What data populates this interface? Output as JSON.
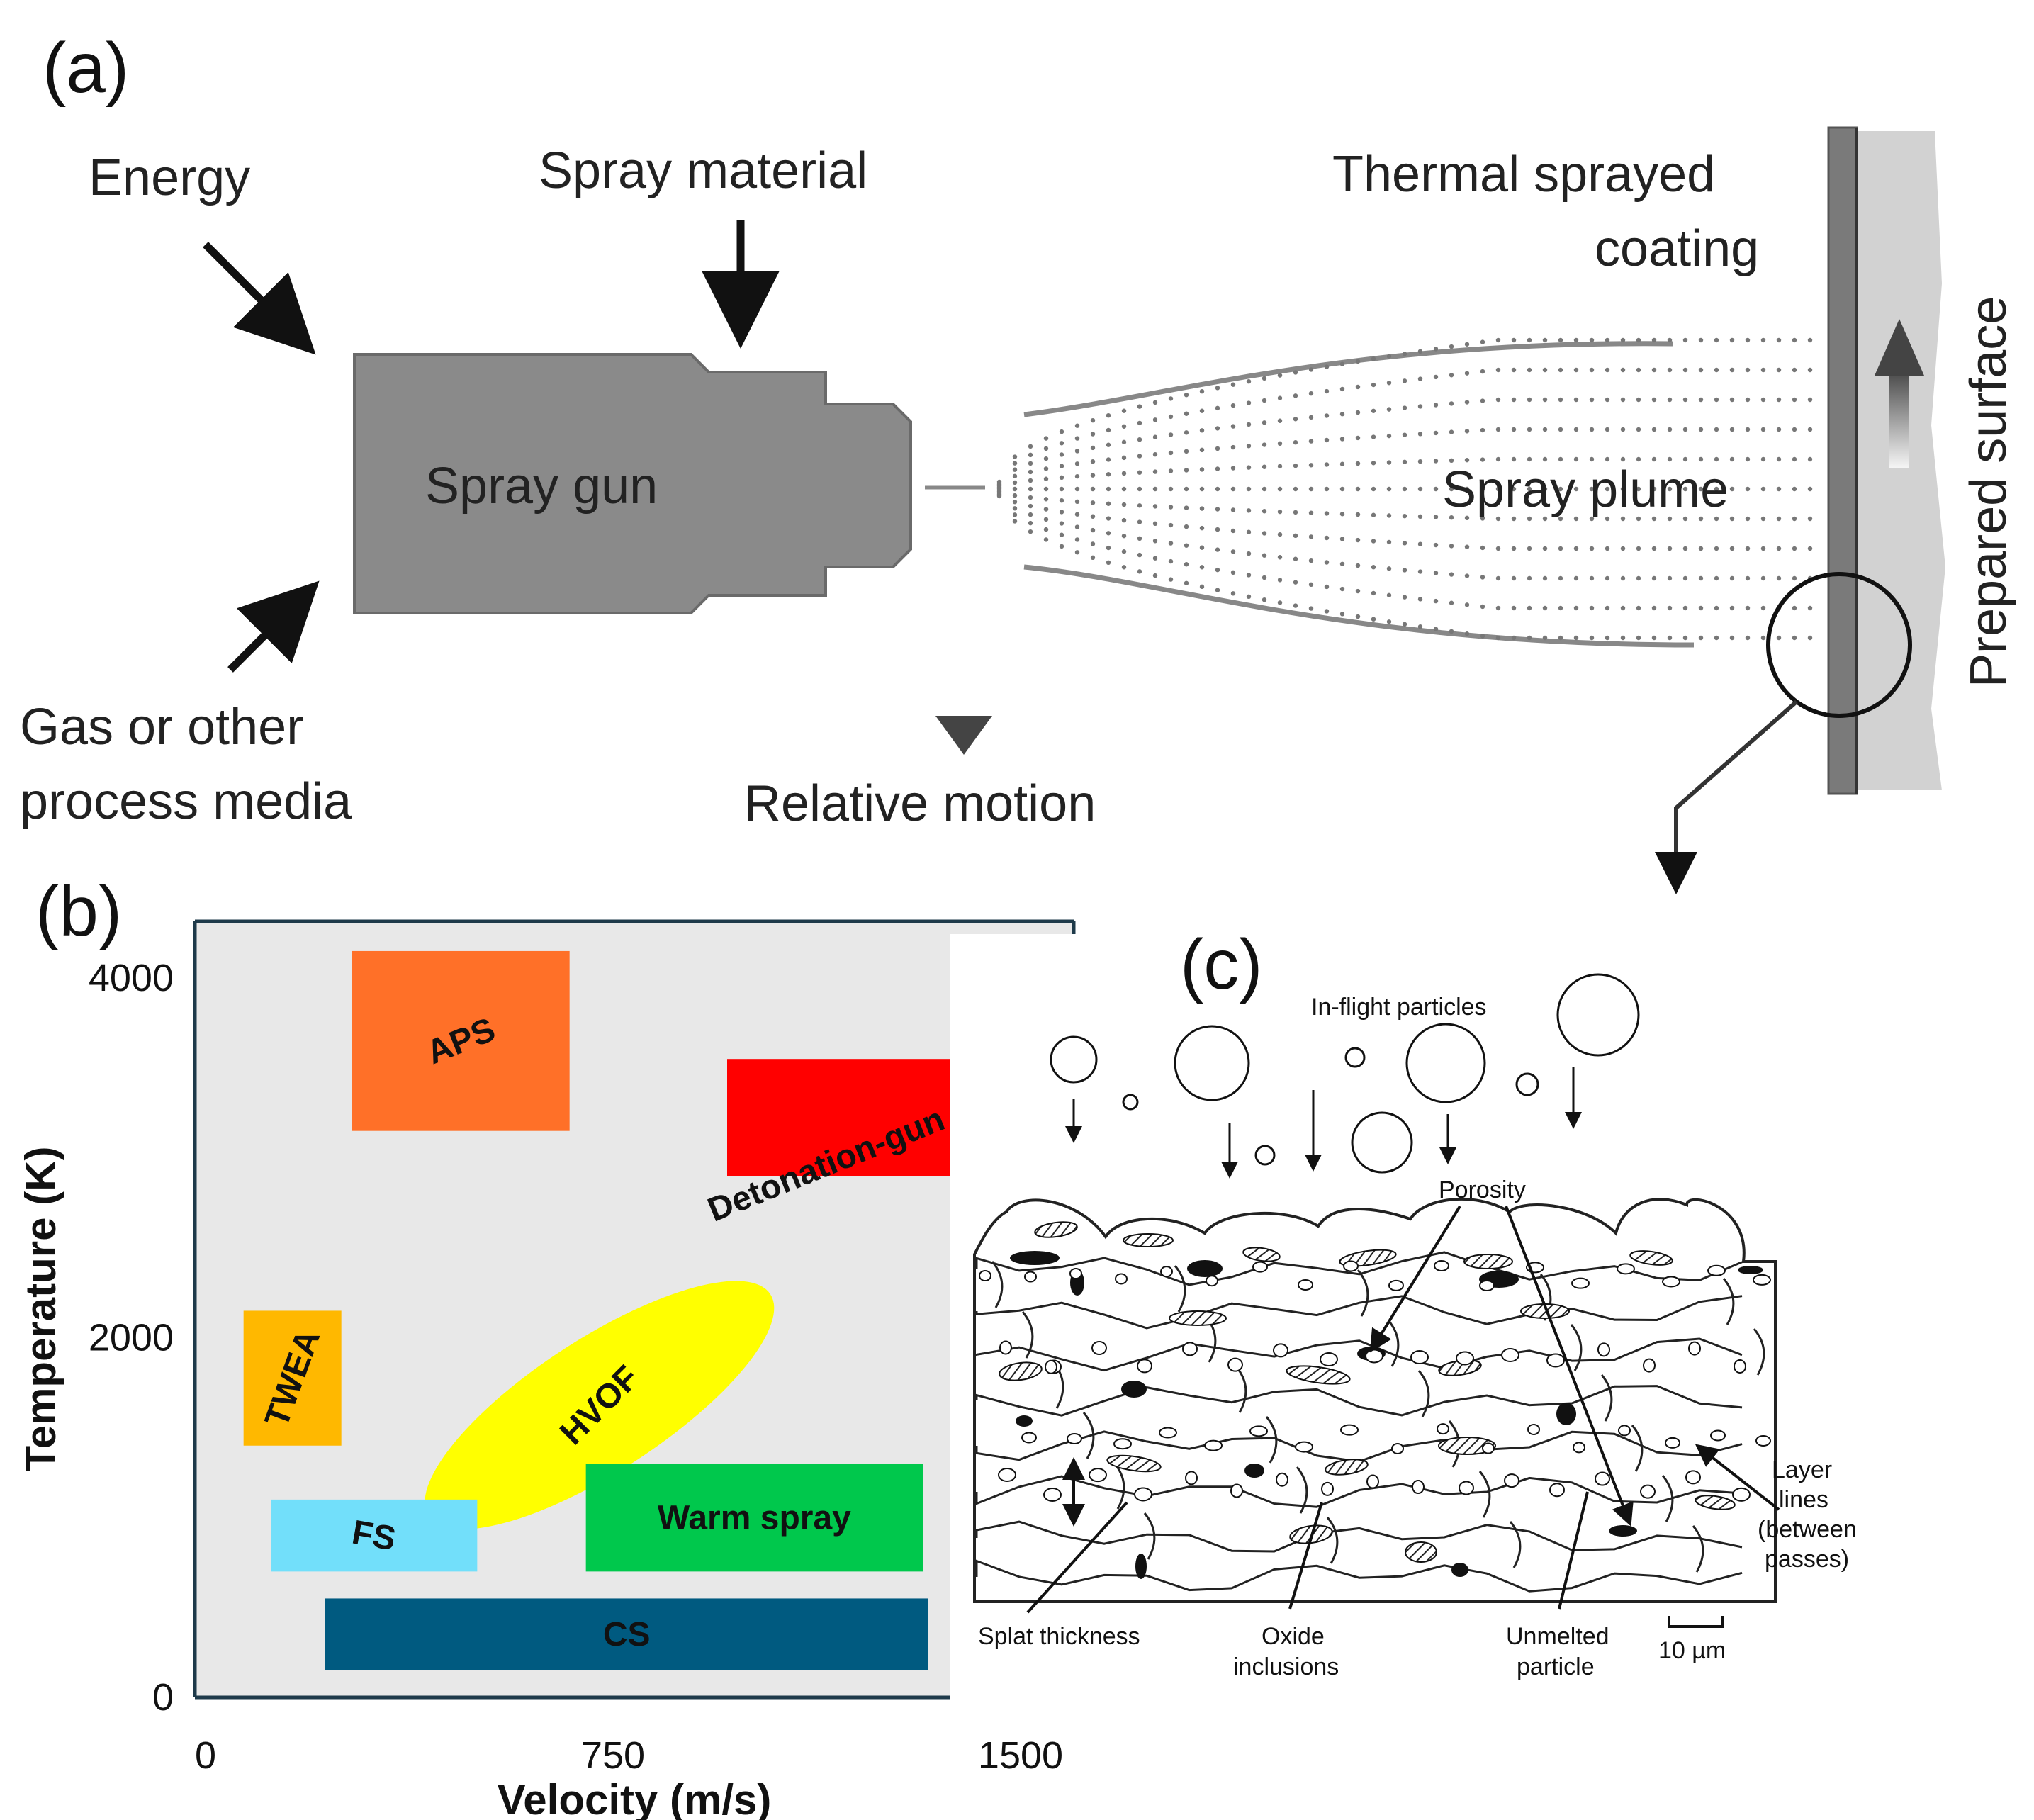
{
  "panel_labels": {
    "a": "(a)",
    "b": "(b)",
    "c": "(c)"
  },
  "panel_a": {
    "energy": "Energy",
    "spray_material": "Spray material",
    "coating_line1": "Thermal sprayed",
    "coating_line2": "coating",
    "spray_gun": "Spray gun",
    "spray_plume": "Spray plume",
    "prepared_surface": "Prepared surface",
    "gas_line1": "Gas or other",
    "gas_line2": "process media",
    "relative_motion": "Relative motion"
  },
  "chart_data": {
    "type": "region",
    "xlabel": "Velocity (m/s)",
    "ylabel": "Temperature (K)",
    "xlim": [
      0,
      1500
    ],
    "ylim": [
      0,
      4000
    ],
    "xticks": [
      "0",
      "750",
      "1500"
    ],
    "yticks": [
      "0",
      "2000",
      "4000"
    ],
    "regions": [
      {
        "label": "APS",
        "shape": "rect",
        "x": [
          270,
          670
        ],
        "y": [
          3150,
          4150
        ],
        "color": "#ff7028"
      },
      {
        "label": "Detonation-gun",
        "shape": "rect",
        "x": [
          960,
          1500
        ],
        "y": [
          2900,
          3550
        ],
        "color": "#ff0000"
      },
      {
        "label": "TWEA",
        "shape": "rect",
        "x": [
          70,
          250
        ],
        "y": [
          1400,
          2150
        ],
        "color": "#ffb800"
      },
      {
        "label": "HVOF",
        "shape": "ellipse",
        "x": [
          350,
          1100
        ],
        "y": [
          850,
          2400
        ],
        "color": "#ffff00"
      },
      {
        "label": "FS",
        "shape": "rect",
        "x": [
          120,
          500
        ],
        "y": [
          700,
          1100
        ],
        "color": "#72dffa"
      },
      {
        "label": "Warm spray",
        "shape": "rect",
        "x": [
          700,
          1320
        ],
        "y": [
          700,
          1300
        ],
        "color": "#00c84c"
      },
      {
        "label": "CS",
        "shape": "rect",
        "x": [
          220,
          1330
        ],
        "y": [
          150,
          550
        ],
        "color": "#005a80"
      }
    ]
  },
  "panel_c": {
    "in_flight": "In-flight particles",
    "porosity": "Porosity",
    "layer_line1": "Layer",
    "layer_line2": "lines",
    "layer_line3": "(between",
    "layer_line4": "passes)",
    "splat": "Splat thickness",
    "oxide_line1": "Oxide",
    "oxide_line2": "inclusions",
    "unmelted_line1": "Unmelted",
    "unmelted_line2": "particle",
    "scale": "10 µm"
  }
}
